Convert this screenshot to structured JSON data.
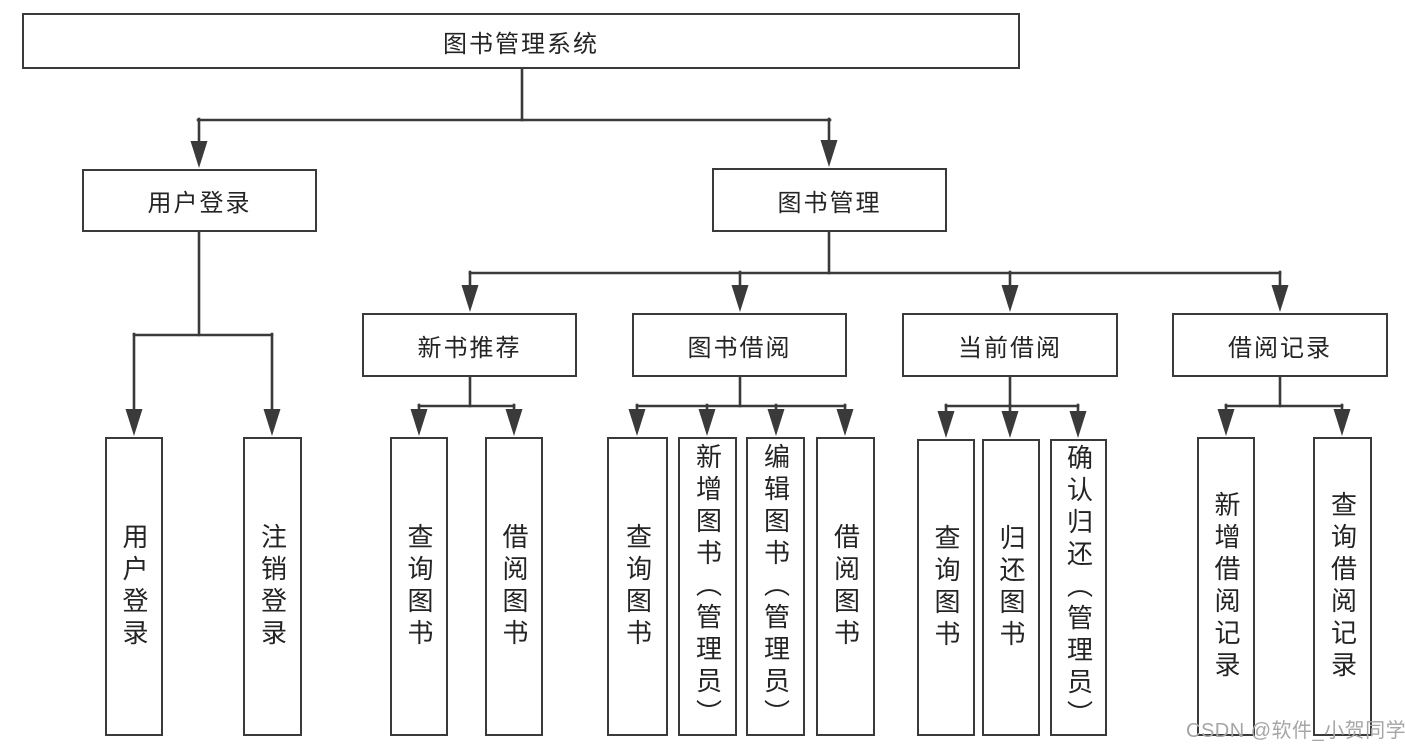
{
  "title": "图书管理系统",
  "watermark": {
    "text": "CSDN @软件_小贺同学"
  },
  "colors": {
    "line": "#3a3a3a",
    "box_border": "#3a3a3a",
    "text": "#242424",
    "watermark": "#a6a6a6",
    "background": "#ffffff"
  },
  "nodes": {
    "root": "图书管理系统",
    "user_login": "用户登录",
    "book_mgmt": "图书管理",
    "new_book_rec": "新书推荐",
    "book_borrow": "图书借阅",
    "current_borrow": "当前借阅",
    "borrow_records": "借阅记录",
    "leaf_user_login": "用户登录",
    "leaf_logout": "注销登录",
    "leaf_nbr_query_book": "查询图书",
    "leaf_nbr_borrow_book": "借阅图书",
    "leaf_bb_query_book": "查询图书",
    "leaf_bb_add_book": "新增图书（管理员）",
    "leaf_bb_edit_book": "编辑图书（管理员）",
    "leaf_bb_borrow_book": "借阅图书",
    "leaf_cb_query_book": "查询图书",
    "leaf_cb_return_book": "归还图书",
    "leaf_cb_confirm_return": "确认归还（管理员）",
    "leaf_br_add_record": "新增借阅记录",
    "leaf_br_query_record": "查询借阅记录"
  },
  "hierarchy": {
    "图书管理系统": {
      "用户登录": [
        "用户登录",
        "注销登录"
      ],
      "图书管理": {
        "新书推荐": [
          "查询图书",
          "借阅图书"
        ],
        "图书借阅": [
          "查询图书",
          "新增图书（管理员）",
          "编辑图书（管理员）",
          "借阅图书"
        ],
        "当前借阅": [
          "查询图书",
          "归还图书",
          "确认归还（管理员）"
        ],
        "借阅记录": [
          "新增借阅记录",
          "查询借阅记录"
        ]
      }
    }
  }
}
